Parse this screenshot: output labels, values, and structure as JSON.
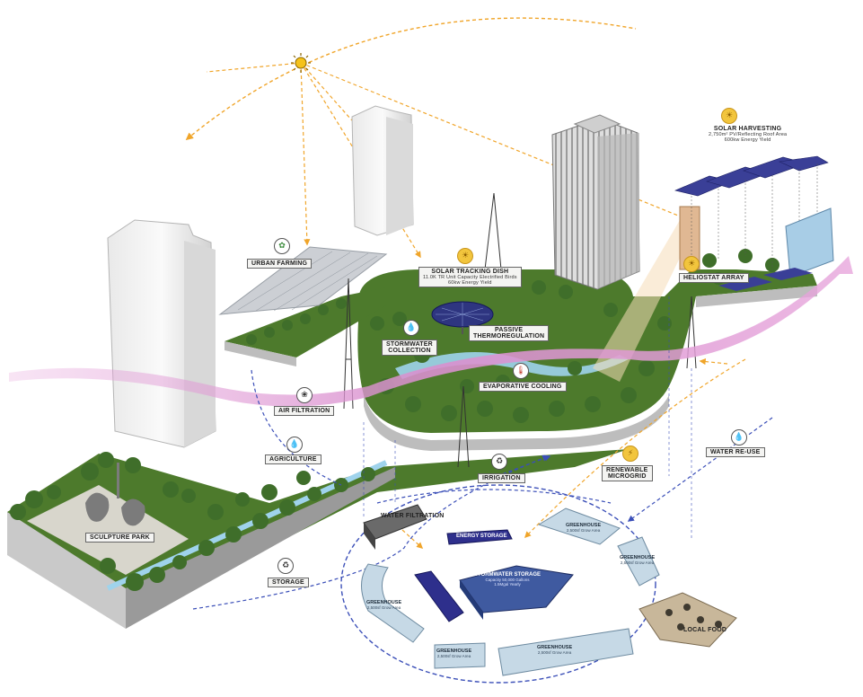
{
  "labels": {
    "urban_farming": "URBAN FARMING",
    "solar_tracking_title": "SOLAR TRACKING DISH",
    "solar_tracking_line1": "11.0K TR Unit Capacity Electrified Birds",
    "solar_tracking_line2": "60kw Energy Yield",
    "stormwater_collection_1": "STORMWATER",
    "stormwater_collection_2": "COLLECTION",
    "passive_1": "PASSIVE",
    "passive_2": "THERMOREGULATION",
    "evaporative_cooling": "EVAPORATIVE COOLING",
    "air_filtration": "AIR FILTRATION",
    "agriculture": "AGRICULTURE",
    "irrigation": "IRRIGATION",
    "renewable_1": "RENEWABLE",
    "renewable_2": "MICROGRID",
    "water_reuse": "WATER RE-USE",
    "solar_harvesting_title": "SOLAR HARVESTING",
    "solar_harvesting_line1": "2,750m² PV/Reflecting Roof Area",
    "solar_harvesting_line2": "600kw Energy Yield",
    "heliostat_array": "HELIOSTAT ARRAY",
    "sculpture_park": "SCULPTURE PARK",
    "storage": "STORAGE",
    "water_filtration": "WATER FILTRATION",
    "energy_storage": "ENERGY STORAGE",
    "energy_storage_2a": "ENERGY",
    "energy_storage_2b": "STORAGE",
    "stormwater_storage": "STORMWATER STORAGE",
    "stormwater_storage_sub1": "Capacity 50,000 Gallons",
    "stormwater_storage_sub2": "1.5Mgal Yearly",
    "greenhouse": "GREENHOUSE",
    "greenhouse_sub": "2,500sf Grow Area",
    "local_food": "LOCAL FOOD"
  },
  "icons": {
    "sun": "☀",
    "farm": "✿",
    "water_drop": "💧",
    "thermometer": "🌡",
    "leaf": "❀",
    "recycle": "♻",
    "plug": "⚡"
  },
  "colors": {
    "solar_line": "#f0a52a",
    "water_line": "#3b4fb8",
    "air_flow": "#e7a6dc",
    "grass": "#4d7a2c",
    "grass_dark": "#355a1c",
    "tree": "#3f6e2a",
    "water_channel": "#9fd3ec",
    "storage_dark": "#2e2f8c",
    "storage_blue": "#4b58a8",
    "pod_glass": "#c6d9e6",
    "pod_edge": "#6d8aa0",
    "building": "#f1f1f1",
    "building_edge": "#b5b5b5"
  }
}
